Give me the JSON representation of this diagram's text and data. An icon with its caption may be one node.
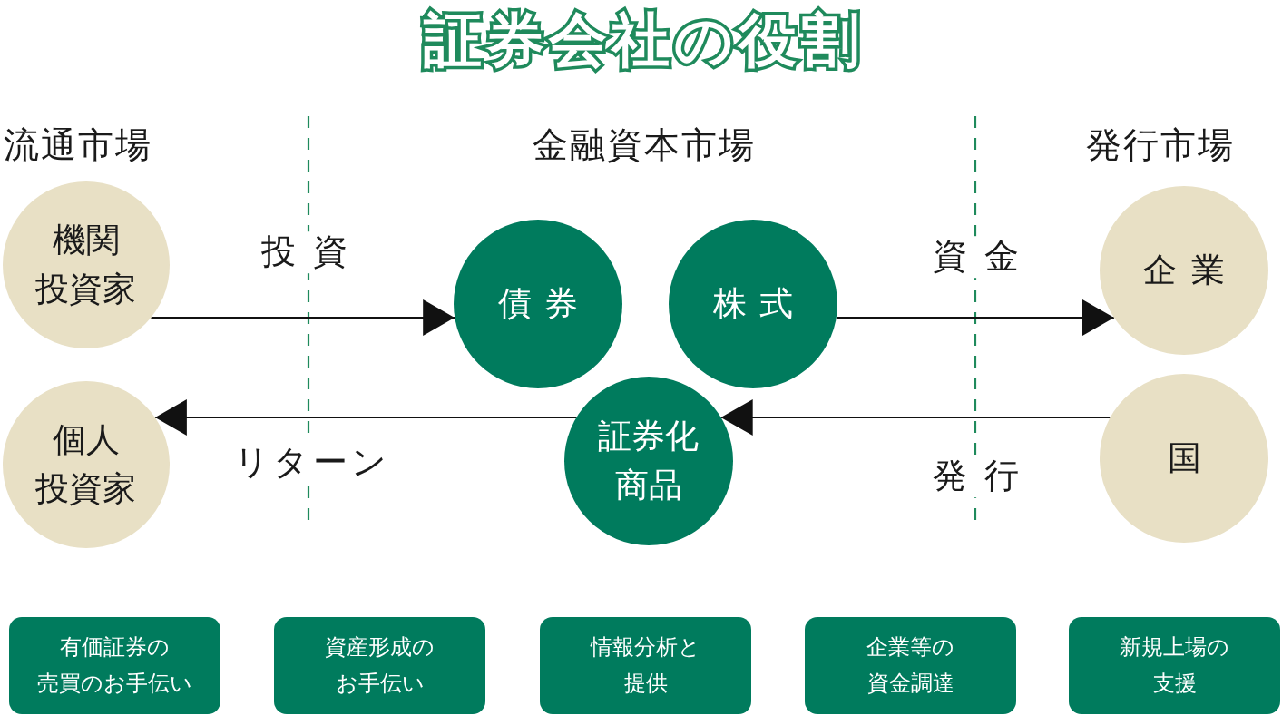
{
  "diagram": {
    "title": "証券会社の役割",
    "nodes": [
      {
        "text": [
          "機関投資家"
        ]
      },
      {
        "text": [
          "債券"
        ]
      },
      {
        "text": [
          "株式"
        ]
      },
      {
        "text": [
          "企業"
        ]
      },
      {
        "text": [
          "個人投資家"
        ]
      },
      {
        "text": [
          "証券化商品"
        ]
      },
      {
        "text": [
          "国"
        ]
      },
      {
        "text": [
          "有価証券の売買のお手伝い"
        ]
      },
      {
        "text": [
          "資産形成のお手伝い"
        ]
      },
      {
        "text": [
          "情報分析と提供"
        ]
      },
      {
        "text": [
          "企業等の資金調達"
        ]
      },
      {
        "text": [
          "新規上場の支援"
        ]
      }
    ],
    "edges": [
      {
        "from": 0,
        "to": 1,
        "arrow": "to",
        "label": "投資"
      },
      {
        "from": 5,
        "to": 4,
        "arrow": "to",
        "label": "リターン"
      },
      {
        "from": 2,
        "to": 3,
        "arrow": "to",
        "label": "資金"
      },
      {
        "from": 6,
        "to": 5,
        "arrow": "to",
        "label": "発行"
      }
    ],
    "labels": [
      "流通市場",
      "金融資本市場",
      "発行市場"
    ]
  }
}
